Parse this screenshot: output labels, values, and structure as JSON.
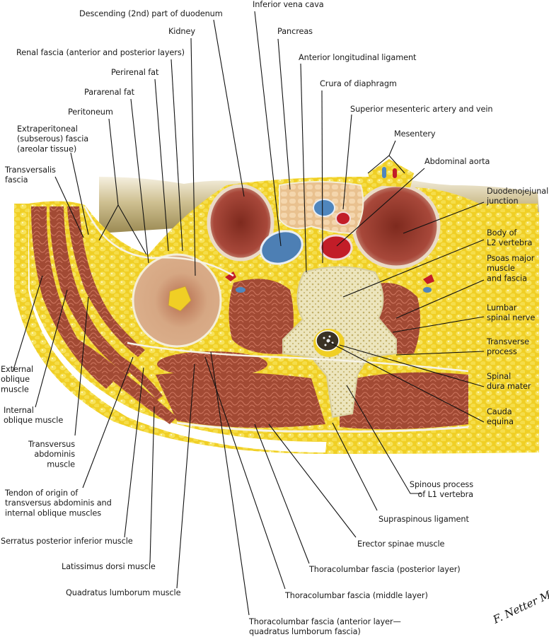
{
  "figure": {
    "subject": "Cross section of posterior abdominal wall at level of L2 vertebra",
    "signature": "F. Netter M.D.",
    "colors": {
      "fat": "#f2d531",
      "fat_light": "#f7e77a",
      "muscle": "#a9503a",
      "muscle_dark": "#8a3a28",
      "kidney": "#d4a27a",
      "bone": "#ede6bf",
      "bone_dots": "#b9a75a",
      "vein": "#4a7fb5",
      "artery": "#c8202a",
      "pancreas": "#ecc79a",
      "peritoneal_cavity": "#b8a56a",
      "fascia": "#f4f1e4",
      "duodenum": "#9e3e2c"
    }
  },
  "labels": [
    {
      "id": "descending-duodenum",
      "lines": [
        "Descending (2nd) part of duodenum"
      ]
    },
    {
      "id": "kidney",
      "lines": [
        "Kidney"
      ]
    },
    {
      "id": "renal-fascia",
      "lines": [
        "Renal fascia (anterior and posterior layers)"
      ]
    },
    {
      "id": "perirenal-fat",
      "lines": [
        "Perirenal fat"
      ]
    },
    {
      "id": "pararenal-fat",
      "lines": [
        "Pararenal fat"
      ]
    },
    {
      "id": "peritoneum",
      "lines": [
        "Peritoneum"
      ]
    },
    {
      "id": "extraperitoneal-fascia",
      "lines": [
        "Extraperitoneal",
        "(subserous) fascia",
        "(areolar tissue)"
      ]
    },
    {
      "id": "transversalis-fascia",
      "lines": [
        "Transversalis",
        "fascia"
      ]
    },
    {
      "id": "inferior-vena-cava",
      "lines": [
        "Inferior vena cava"
      ]
    },
    {
      "id": "pancreas",
      "lines": [
        "Pancreas"
      ]
    },
    {
      "id": "anterior-longitudinal-ligament",
      "lines": [
        "Anterior longitudinal ligament"
      ]
    },
    {
      "id": "crura-of-diaphragm",
      "lines": [
        "Crura of diaphragm"
      ]
    },
    {
      "id": "superior-mesenteric-vessels",
      "lines": [
        "Superior mesenteric artery and vein"
      ]
    },
    {
      "id": "mesentery",
      "lines": [
        "Mesentery"
      ]
    },
    {
      "id": "abdominal-aorta",
      "lines": [
        "Abdominal aorta"
      ]
    },
    {
      "id": "duodenojejunal-junction",
      "lines": [
        "Duodenojejunal",
        "junction"
      ]
    },
    {
      "id": "body-of-l2",
      "lines": [
        "Body of",
        "L2 vertebra"
      ]
    },
    {
      "id": "psoas-major",
      "lines": [
        "Psoas major",
        "muscle",
        "and fascia"
      ]
    },
    {
      "id": "lumbar-spinal-nerve",
      "lines": [
        "Lumbar",
        "spinal nerve"
      ]
    },
    {
      "id": "transverse-process",
      "lines": [
        "Transverse",
        "process"
      ]
    },
    {
      "id": "spinal-dura-mater",
      "lines": [
        "Spinal",
        "dura mater"
      ]
    },
    {
      "id": "cauda-equina",
      "lines": [
        "Cauda",
        "equina"
      ]
    },
    {
      "id": "external-oblique",
      "lines": [
        "External",
        "oblique",
        "muscle"
      ]
    },
    {
      "id": "internal-oblique",
      "lines": [
        "Internal",
        "oblique muscle"
      ]
    },
    {
      "id": "transversus-abdominis",
      "lines": [
        "Transversus",
        "abdominis",
        "muscle"
      ]
    },
    {
      "id": "tendon-of-origin",
      "lines": [
        "Tendon of origin of",
        "transversus abdominis and",
        "internal oblique muscles"
      ]
    },
    {
      "id": "serratus-posterior-inferior",
      "lines": [
        "Serratus posterior inferior muscle"
      ]
    },
    {
      "id": "latissimus-dorsi",
      "lines": [
        "Latissimus dorsi muscle"
      ]
    },
    {
      "id": "quadratus-lumborum",
      "lines": [
        "Quadratus lumborum muscle"
      ]
    },
    {
      "id": "spinous-process-l1",
      "lines": [
        "Spinous process",
        "of L1 vertebra"
      ]
    },
    {
      "id": "supraspinous-ligament",
      "lines": [
        "Supraspinous ligament"
      ]
    },
    {
      "id": "erector-spinae",
      "lines": [
        "Erector spinae muscle"
      ]
    },
    {
      "id": "thoracolumbar-posterior",
      "lines": [
        "Thoracolumbar fascia (posterior layer)"
      ]
    },
    {
      "id": "thoracolumbar-middle",
      "lines": [
        "Thoracolumbar fascia (middle layer)"
      ]
    },
    {
      "id": "thoracolumbar-anterior",
      "lines": [
        "Thoracolumbar fascia (anterior layer—",
        "quadratus lumborum fascia)"
      ]
    }
  ]
}
